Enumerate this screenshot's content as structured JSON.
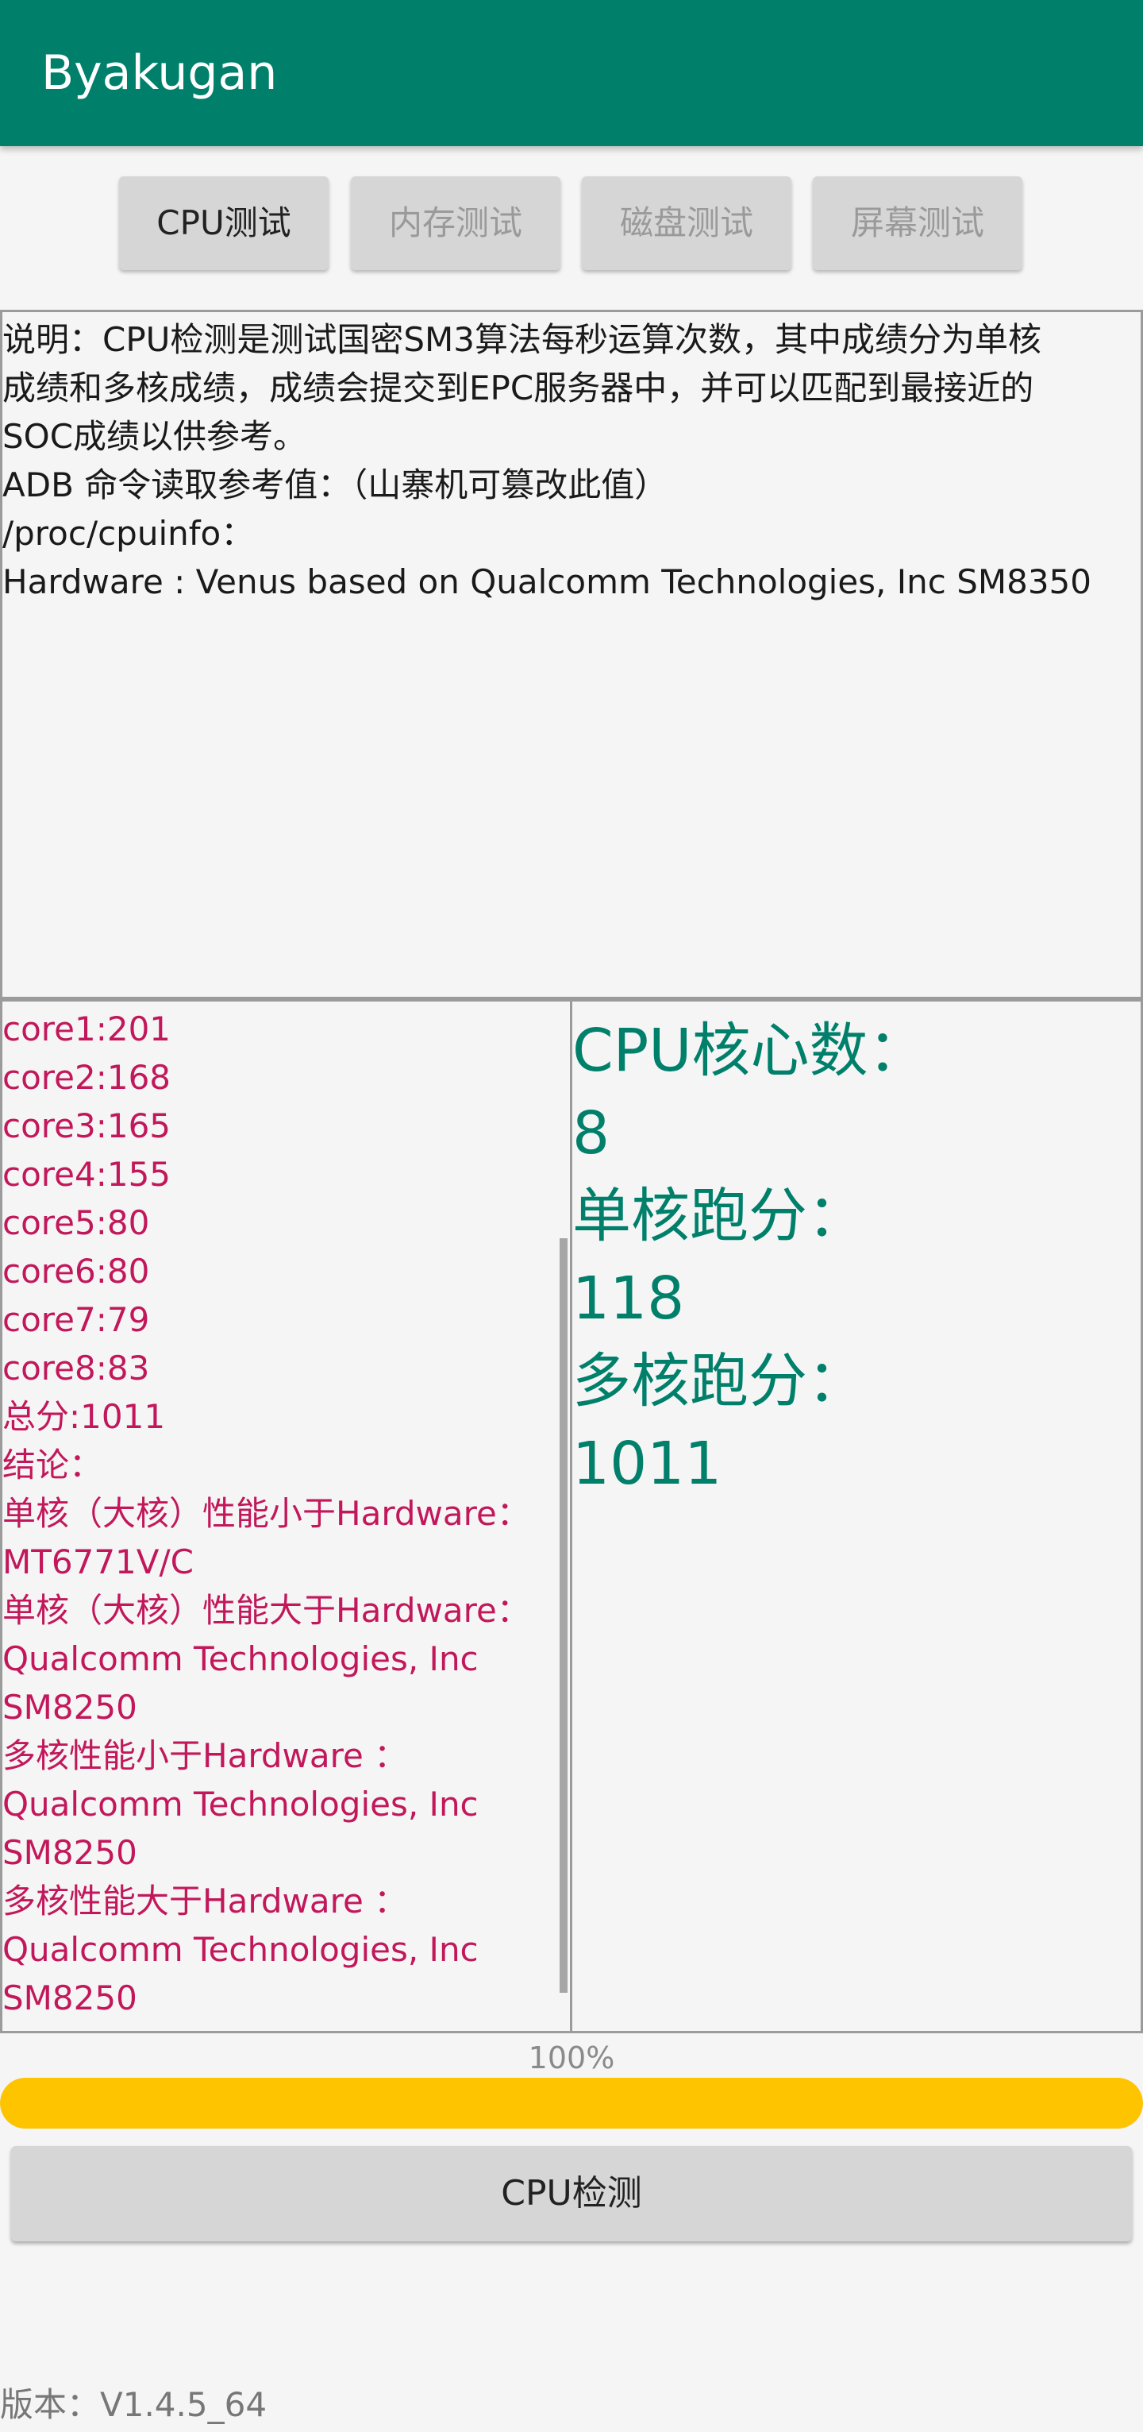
{
  "app": {
    "title": "Byakugan",
    "accent_color": "#00806b"
  },
  "tabs": [
    {
      "label": "CPU测试",
      "active": true
    },
    {
      "label": "内存测试",
      "active": false
    },
    {
      "label": "磁盘测试",
      "active": false
    },
    {
      "label": "屏幕测试",
      "active": false
    }
  ],
  "description": {
    "lines": [
      "说明：CPU检测是测试国密SM3算法每秒运算次数，其中成绩分为单核",
      "成绩和多核成绩，成绩会提交到EPC服务器中，并可以匹配到最接近的",
      "SOC成绩以供参考。",
      "ADB 命令读取参考值：（山寨机可篡改此值）",
      "/proc/cpuinfo：",
      "Hardware : Venus based on Qualcomm Technologies, Inc SM8350"
    ]
  },
  "results": {
    "text_color": "#c2185b",
    "lines": [
      "core1:201",
      "core2:168",
      "core3:165",
      "core4:155",
      "core5:80",
      "core6:80",
      "core7:79",
      "core8:83",
      "总分:1011",
      "结论：",
      "单核（大核）性能小于Hardware：",
      "MT6771V/C",
      "单核（大核）性能大于Hardware：",
      "Qualcomm Technologies, Inc",
      "SM8250",
      "多核性能小于Hardware ：",
      "Qualcomm Technologies, Inc",
      "SM8250",
      "多核性能大于Hardware ：",
      "Qualcomm Technologies, Inc",
      "SM8250"
    ]
  },
  "summary": {
    "core_count_label": "CPU核心数：",
    "core_count": "8",
    "single_score_label": "单核跑分：",
    "single_score": "118",
    "multi_score_label": "多核跑分：",
    "multi_score": "1011"
  },
  "progress": {
    "label": "100%",
    "value": 100,
    "color": "#ffc400"
  },
  "action": {
    "button_label": "CPU检测"
  },
  "footer": {
    "version": "版本：V1.4.5_64"
  }
}
